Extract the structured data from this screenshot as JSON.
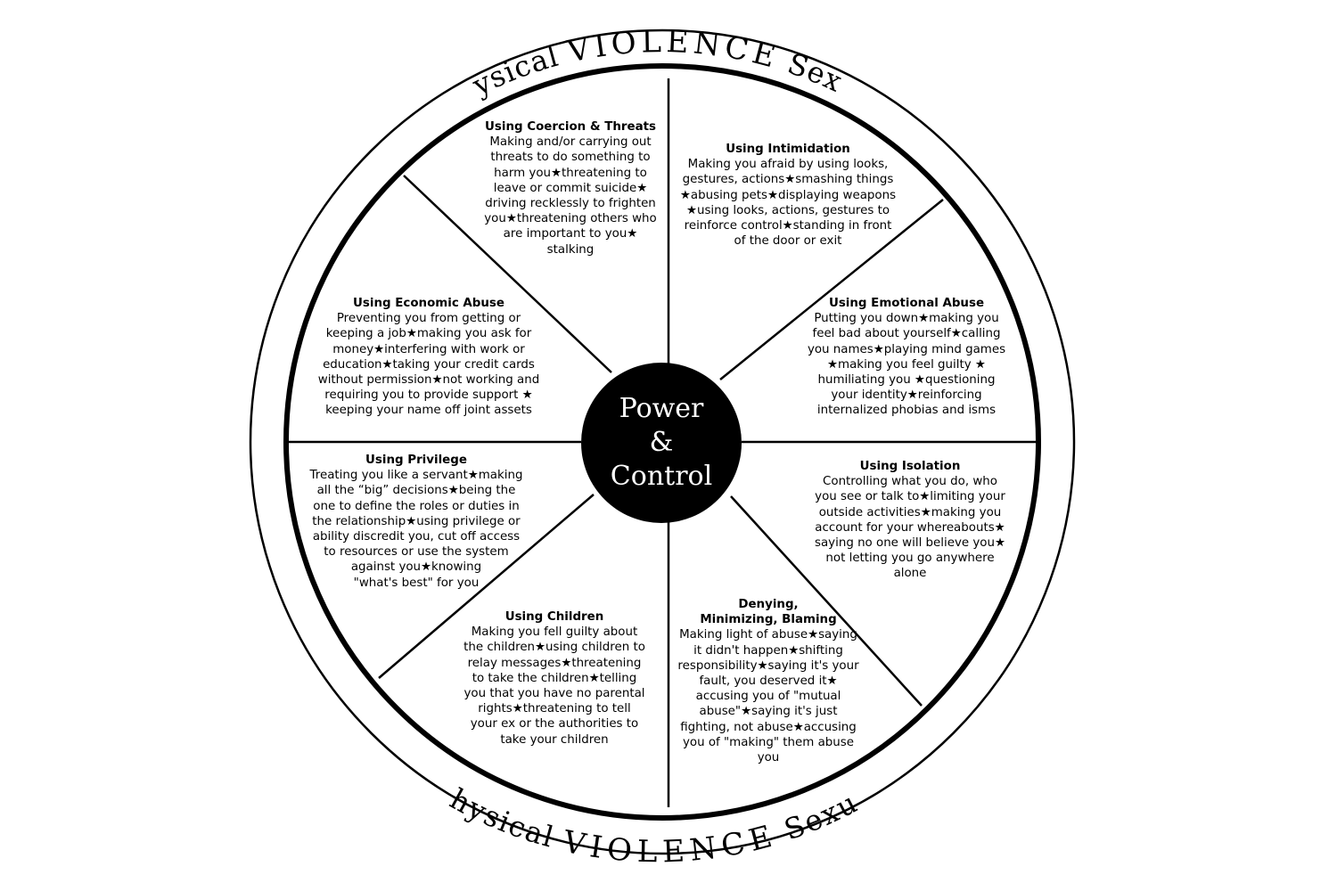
{
  "outer_ring": {
    "top": {
      "start": "Physical ",
      "middle": "VIOLENCE",
      "end": " Sexual"
    },
    "bottom": {
      "start": "Physical ",
      "middle": "VIOLENCE",
      "end": " Sexual"
    }
  },
  "hub": {
    "line1": "Power",
    "line2": "&",
    "line3": "Control"
  },
  "segments": {
    "coercion": {
      "title": "Using Coercion & Threats",
      "lines": [
        "Making and/or carrying out",
        "threats to do something to",
        "harm you★threatening to",
        "leave  or commit suicide★",
        "driving recklessly to frighten",
        "you★threatening others who",
        "are important to you★",
        "stalking"
      ]
    },
    "intimidation": {
      "title": "Using Intimidation",
      "lines": [
        "Making you afraid by using looks,",
        "gestures, actions★smashing things",
        "★abusing pets★displaying weapons",
        "★using looks, actions, gestures to",
        "reinforce control★standing in front",
        "of the door or exit"
      ]
    },
    "emotional": {
      "title": "Using Emotional Abuse",
      "lines": [
        "Putting you down★making you",
        "feel bad about yourself★calling",
        "you names★playing mind games",
        "★making you feel guilty ★",
        "humiliating you ★questioning",
        "your identity★reinforcing",
        "internalized phobias and isms"
      ]
    },
    "isolation": {
      "title": "Using Isolation",
      "lines": [
        "Controlling what you do, who",
        "you see or talk to★limiting your",
        "outside activities★making you",
        "account for your whereabouts★",
        "saying no one will believe you★",
        "not letting you go anywhere",
        "alone"
      ]
    },
    "denying": {
      "title": "Denying,",
      "title2": "Minimizing, Blaming",
      "lines": [
        "Making light of abuse★saying",
        "it didn't happen★shifting",
        "responsibility★saying it's your",
        "fault, you deserved it★",
        "accusing you of \"mutual",
        "abuse\"★saying it's just",
        "fighting, not abuse★accusing",
        "you of \"making\" them abuse",
        "you"
      ]
    },
    "children": {
      "title": "Using Children",
      "lines": [
        "Making you fell guilty about",
        "the children★using children to",
        "relay messages★threatening",
        "to take the children★telling",
        "you that you have no parental",
        "rights★threatening to tell",
        "your ex or the authorities to",
        "take your children"
      ]
    },
    "privilege": {
      "title": "Using Privilege",
      "lines": [
        "Treating you like a servant★making",
        "all the “big” decisions★being the",
        "one to define the roles or duties in",
        "the relationship★using privilege or",
        "ability discredit you, cut off access",
        "to resources or use the system",
        "against you★knowing",
        "\"what's best\" for you"
      ]
    },
    "economic": {
      "title": "Using Economic Abuse",
      "lines": [
        "Preventing you from getting or",
        "keeping a job★making you ask for",
        "money★interfering with work or",
        "education★taking your credit cards",
        "without permission★not working and",
        "requiring you to provide support ★",
        "keeping your name off joint assets"
      ]
    }
  }
}
